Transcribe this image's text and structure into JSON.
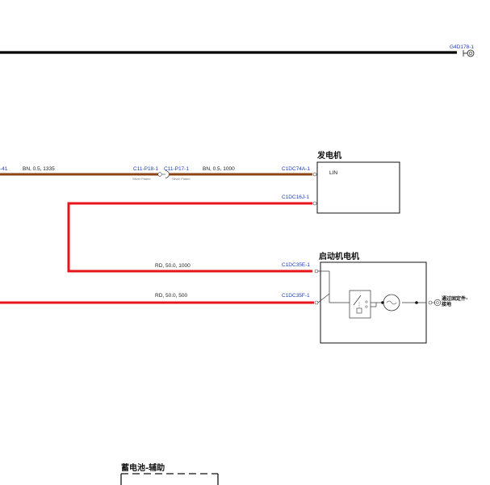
{
  "wires": {
    "brown_left": {
      "partial_label": "-41",
      "spec": "BN, 0.5, 1335"
    },
    "brown_right": {
      "spec": "BN, 0.5, 1000"
    },
    "red_upper": {
      "spec": "RD, 50.0, 1000"
    },
    "red_lower": {
      "spec": "RD, 50.0, 500"
    }
  },
  "connectors": {
    "top_right": "G4D178-1",
    "inline_left": "C11-P18-1",
    "inline_right": "C11-P17-1",
    "inline_left_plating": "Silver Plated",
    "inline_right_plating": "Silver Plated",
    "generator_lin": "C1DC74A-1",
    "generator_b": "C1DC16J-1",
    "starter_upper": "C1DC35E-1",
    "starter_lower": "C1DC35F-1"
  },
  "components": {
    "generator": {
      "title": "发电机",
      "pin_label": "LIN"
    },
    "starter": {
      "title": "启动机电机",
      "ground_label_line1": "通过固定件-",
      "ground_label_line2": "接地"
    },
    "battery": {
      "title": "蓄电池-辅助"
    }
  },
  "colors": {
    "brown_wire": "#8B4513",
    "red_wire": "#E8141C",
    "black_wire": "#000000",
    "connector_text": "#1f3fbf"
  }
}
